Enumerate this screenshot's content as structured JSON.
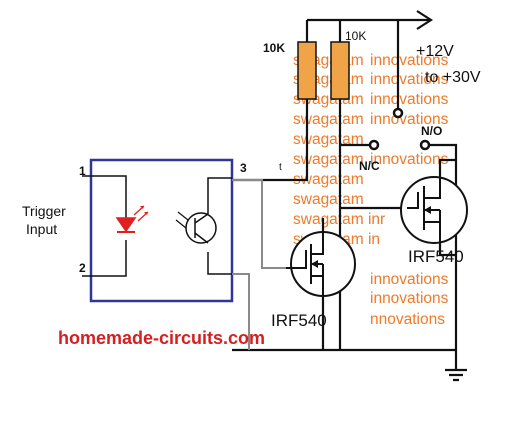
{
  "colors": {
    "wire": "#111111",
    "optocoupler_box": "#2c3796",
    "signal_wire": "#8a8a8a",
    "resistor": "#f0a447",
    "led": "#e02020",
    "watermark": "#f07a2a",
    "website": "#d42020"
  },
  "labels": {
    "r1": "10K",
    "r2": "10K",
    "supply_v": "+12V",
    "supply_range": "to +30V",
    "no": "N/O",
    "nc": "N/C",
    "pin1": "1",
    "pin2": "2",
    "pin3": "3",
    "trigger_line1": "Trigger",
    "trigger_line2": "Input",
    "mosfet1": "IRF540",
    "mosfet2": "IRF540",
    "website": "homemade-circuits.com",
    "tick": "t"
  },
  "watermark": {
    "left_word": "swagatam",
    "right_word": "innovations",
    "left_partial_1": "swagatam inr",
    "left_partial_2": "swagatam in",
    "right_partial": "nnovations"
  }
}
